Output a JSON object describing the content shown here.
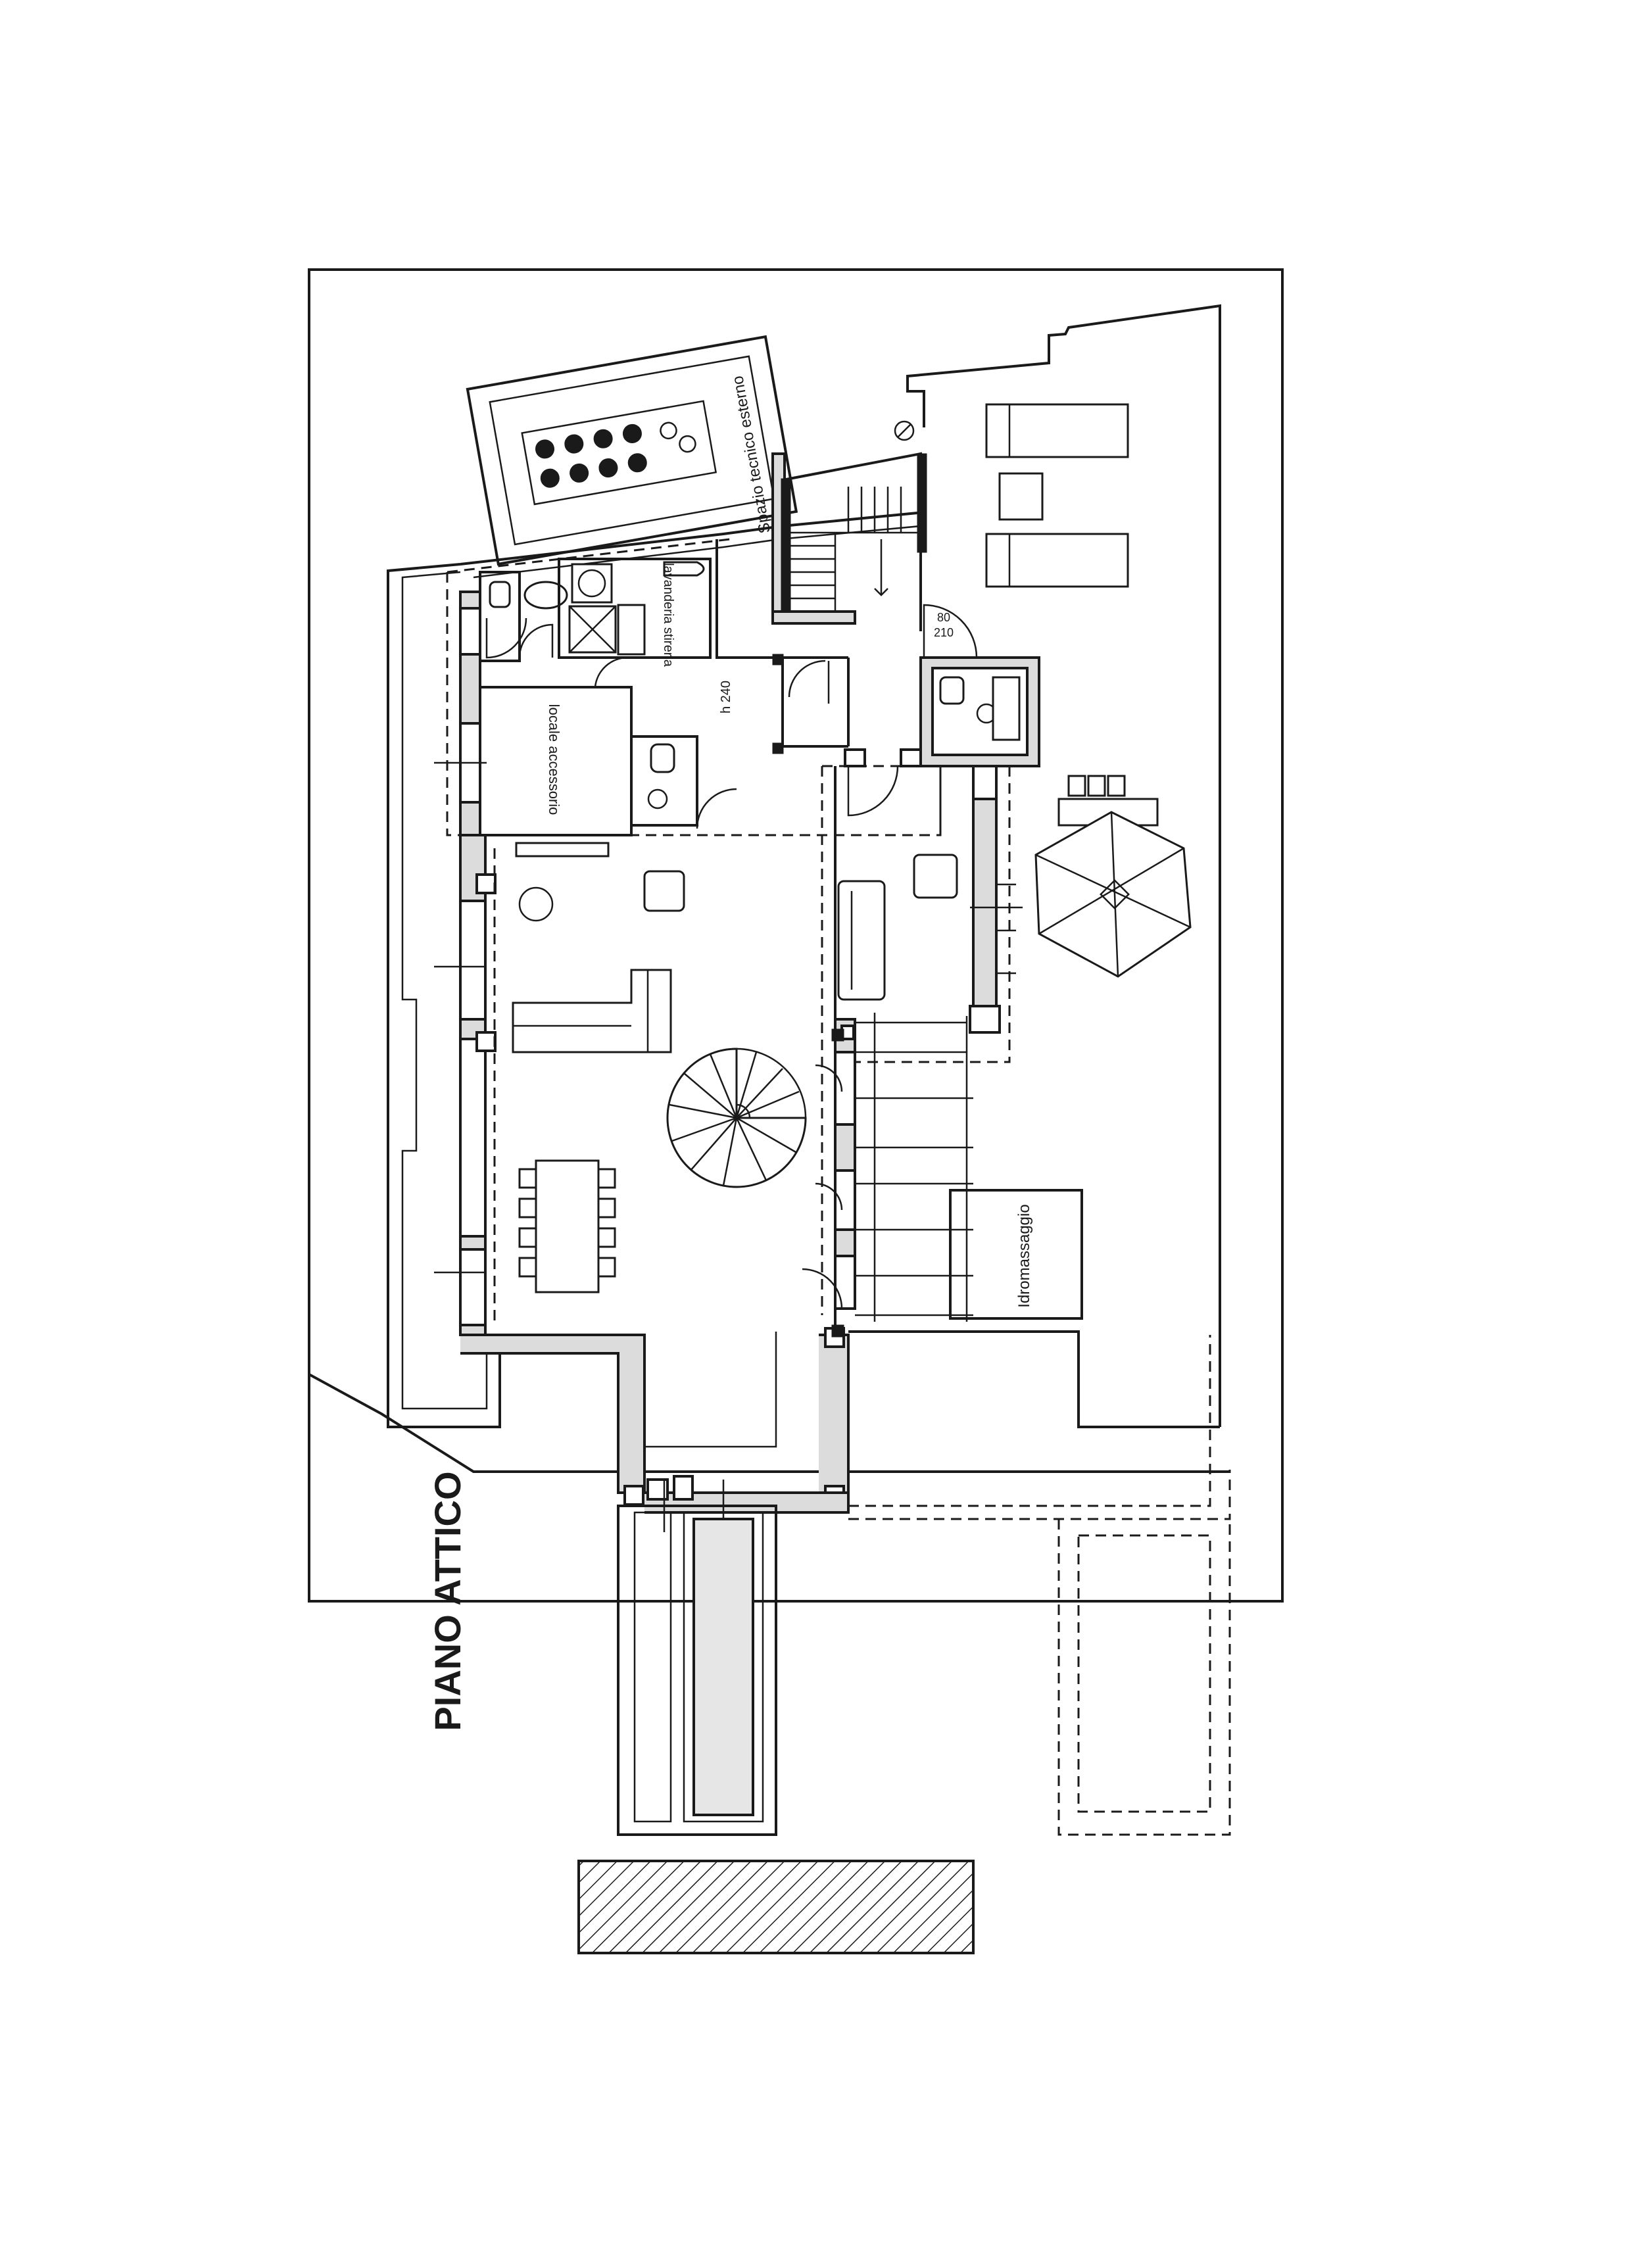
{
  "drawing": {
    "title": "PIANO ATTICO",
    "rooms": {
      "technical_space": "Spazio tecnico esterno",
      "laundry": "lavanderia stireria",
      "storage": "locale accessorio",
      "hot_tub": "Idromassaggio"
    },
    "notes": {
      "height": "h 240",
      "door_width": "80",
      "door_height": "210"
    }
  }
}
